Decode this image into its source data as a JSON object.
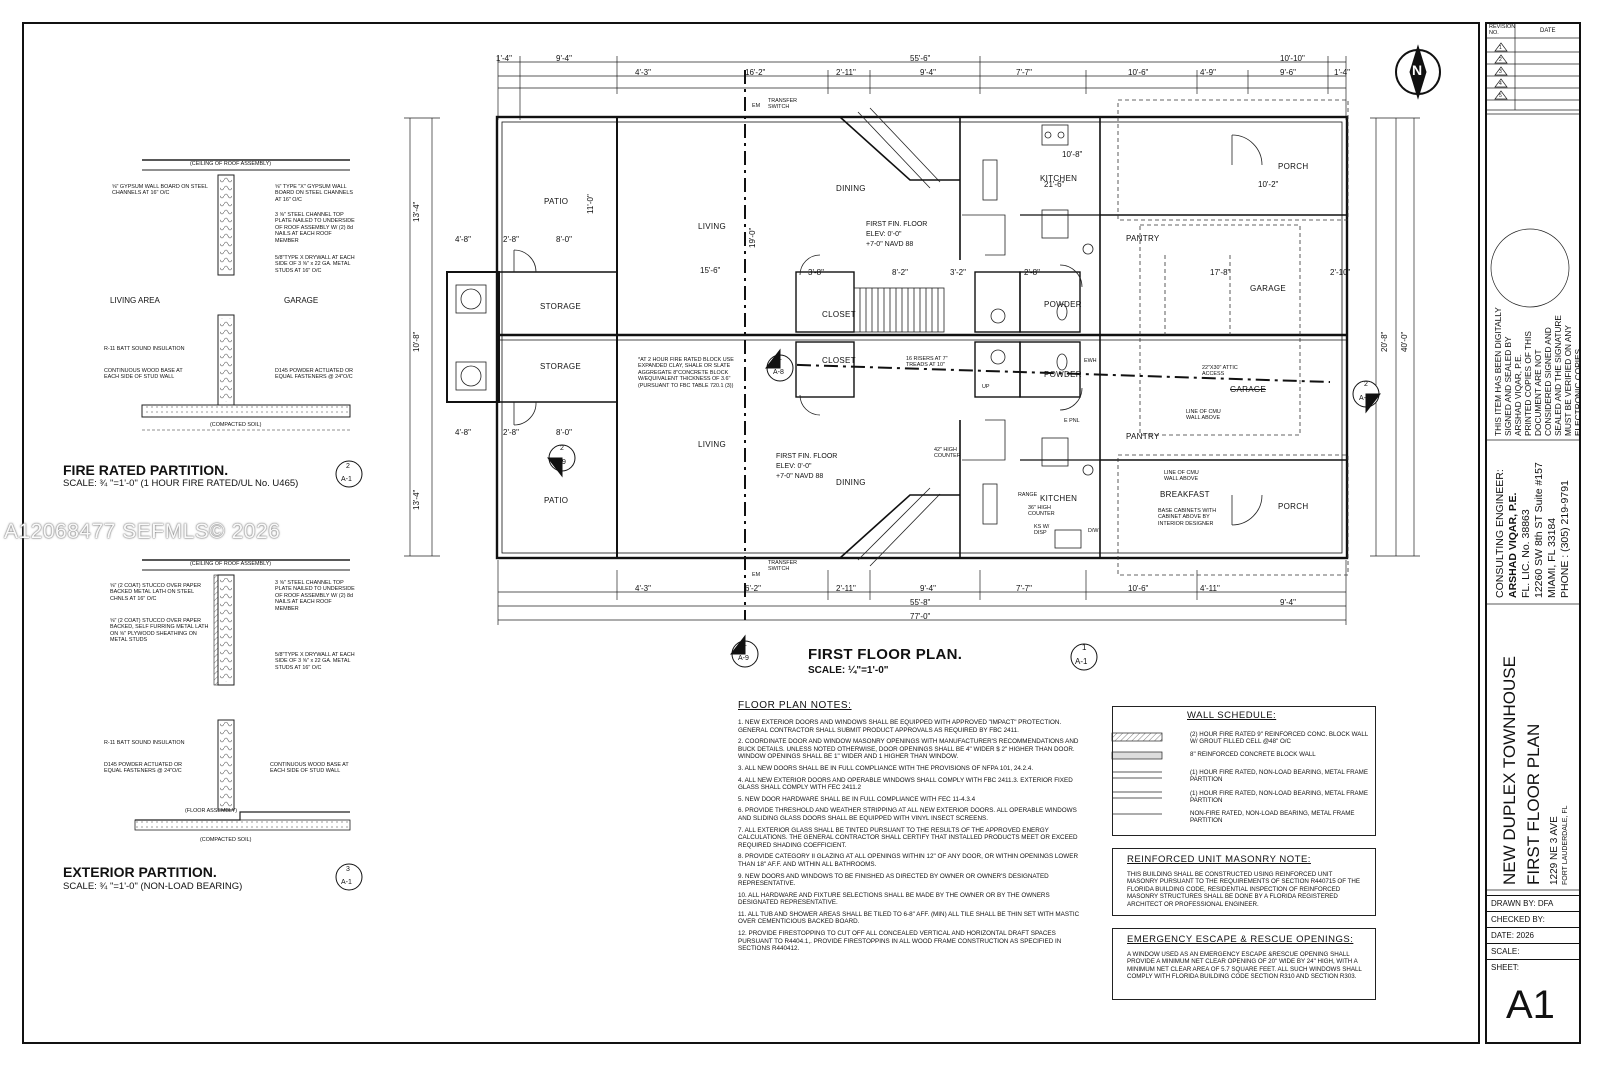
{
  "watermark": "A12068477   SEFMLS© 2026",
  "plan": {
    "title": "FIRST FLOOR PLAN.",
    "scale": "SCALE: ¼\"=1'-0\"",
    "tag_num": "1",
    "tag_sheet": "A-1",
    "rooms": {
      "patio_top": "PATIO",
      "living_top": "LIVING",
      "dining_top": "DINING",
      "kitchen_top": "KITCHEN",
      "porch_top": "PORCH",
      "pantry_top": "PANTRY",
      "garage": "GARAGE",
      "powder_top": "POWDER",
      "closet_top": "CLOSET",
      "storage_top": "STORAGE",
      "storage_bot": "STORAGE",
      "closet_bot": "CLOSET",
      "powder_bot": "POWDER",
      "garage_bot": "GARAGE",
      "living_bot": "LIVING",
      "dining_bot": "DINING",
      "kitchen_bot": "KITCHEN",
      "pantry_bot": "PANTRY",
      "patio_bot": "PATIO",
      "porch_bot": "PORCH",
      "breakfast": "BREAKFAST"
    },
    "labels": {
      "transfer_top": "TRANSFER SWITCH",
      "transfer_bot": "TRANSFER SWITCH",
      "em_top": "EM",
      "em_bot": "EM",
      "ffloor_top": "FIRST FIN. FLOOR",
      "elev_top": "ELEV: 0'-0\"",
      "navd_top": "+7-0\" NAVD 88",
      "ffloor_bot": "FIRST FIN. FLOOR",
      "elev_bot": "ELEV: 0'-0\"",
      "navd_bot": "+7-0\" NAVD 88",
      "firerated": "*AT 2 HOUR FIRE RATED BLOCK USE EXPANDED CLAY, SHALE OR SLATE AGGREGATE 8\"CONCRETE BLOCK W/EQUIVALENT THICKNESS OF 3.6\" (PURSUANT TO FBC TABLE 720.1 (3))",
      "risers": "16 RISERS AT 7\" TREADS AT 10\"",
      "attic": "22\"X30\" ATTIC ACCESS",
      "cmu": "LINE OF CMU WALL ABOVE",
      "cmu2": "LINE OF CMU WALL ABOVE",
      "counter": "42\" HIGH COUNTER",
      "range": "RANGE",
      "counter36": "36\" HIGH COUNTER",
      "ks": "KS W/ DISP",
      "dw": "D/W",
      "ewh": "EWH",
      "epnl": "E PNL",
      "base": "BASE CABINETS WITH CABINET ABOVE BY INTERIOR DESIGNER",
      "up": "UP"
    },
    "dims_top": [
      "1'-4\"",
      "9'-4\"",
      "55'-6\"",
      "10'-10\"",
      "4'-3\"",
      "16'-2\"",
      "2'-11\"",
      "9'-4\"",
      "7'-7\"",
      "10'-6\"",
      "4'-9\"",
      "9'-6\"",
      "1'-4\""
    ],
    "dims_bottom": [
      "4'-3\"",
      "6'-2\"",
      "2'-11\"",
      "9'-4\"",
      "7'-7\"",
      "10'-6\"",
      "4'-11\"",
      "9'-4\"",
      "55'-8\"",
      "77'-0\""
    ],
    "dims_misc": [
      "4'-8\"",
      "2'-8\"",
      "8'-0\"",
      "15'-6\"",
      "4'-8\"",
      "2'-8\"",
      "8'-0\"",
      "3'-8\"",
      "8'-2\"",
      "3'-2\"",
      "2'-8\"",
      "10'-8\"",
      "21'-6\"",
      "10'-2\"",
      "17'-8\"",
      "2'-10\"",
      "40'-0\"",
      "20'-8\"",
      "13'-4\"",
      "13'-4\"",
      "10'-8\"",
      "19'-0\"",
      "11'-0\""
    ],
    "callouts": [
      {
        "num": "1",
        "sheet": "A-8"
      },
      {
        "num": "2",
        "sheet": "A-9"
      },
      {
        "num": "1",
        "sheet": "A-9"
      },
      {
        "num": "2",
        "sheet": "A-9"
      }
    ]
  },
  "details": {
    "d1": {
      "title": "FIRE RATED PARTITION.",
      "scale": "SCALE: ¾ \"=1'-0\" (1 HOUR FIRE RATED/UL No. U465)",
      "tag_num": "2",
      "tag_sheet": "A-1",
      "ceiling": "(CEILING OF ROOF ASSEMBLY)",
      "left_area": "LIVING AREA",
      "right_area": "GARAGE",
      "n1": "⅝\" GYPSUM WALL BOARD ON STEEL CHANNELS AT 16\" O/C",
      "n2": "⅝\" TYPE \"X\" GYPSUM WALL BOARD ON STEEL CHANNELS AT 16\" O/C",
      "n3": "3 ⅝\" STEEL CHANNEL TOP PLATE NAILED TO UNDERSIDE OF ROOF ASSEMBLY W/ (2) 8d NAILS AT EACH ROOF MEMBER",
      "n4": "5/8\"TYPE X DRYWALL AT EACH SIDE OF 3 ⅝\" x 22 GA. METAL STUDS AT 16\" O/C",
      "n5": "R-11 BATT SOUND INSULATION",
      "n6": "CONTINUOUS WOOD BASE AT EACH SIDE OF STUD WALL",
      "n7": "D145 POWDER ACTUATED OR EQUAL FASTENERS @ 24\"O/C",
      "n8": "(COMPACTED SOIL)"
    },
    "d2": {
      "title": "EXTERIOR PARTITION.",
      "scale": "SCALE: ¾ \"=1'-0\" (NON-LOAD BEARING)",
      "tag_num": "3",
      "tag_sheet": "A-1",
      "ceiling": "(CEILING OF ROOF ASSEMBLY)",
      "n1": "⅝\" (2 COAT) STUCCO OVER PAPER BACKED METAL LATH ON STEEL CHNLS AT 16\" O/C",
      "n2": "3 ⅝\" STEEL CHANNEL TOP PLATE NAILED TO UNDERSIDE OF ROOF ASSEMBLY W/ (2) 8d NAILS AT EACH ROOF MEMBER",
      "n3": "⅝\" (2 COAT) STUCCO OVER PAPER BACKED, SELF FURRING METAL LATH ON ⅝\" PLYWOOD SHEATHING ON METAL STUDS",
      "n4": "5/8\"TYPE X DRYWALL AT EACH SIDE OF 3 ⅝\" x 22 GA. METAL STUDS AT 16\" O/C",
      "n5": "R-11 BATT SOUND INSULATION",
      "n6": "D145 POWDER ACTUATED OR EQUAL FASTENERS @ 24\"O/C",
      "n7": "CONTINUOUS WOOD BASE AT EACH SIDE OF STUD WALL",
      "n8": "(FLOOR ASSEMBLY)",
      "n9": "(COMPACTED SOIL)"
    }
  },
  "notes": {
    "heading": "FLOOR PLAN NOTES:",
    "items": [
      "1. NEW EXTERIOR DOORS AND WINDOWS SHALL BE EQUIPPED WITH APPROVED \"IMPACT\" PROTECTION. GENERAL CONTRACTOR SHALL SUBMIT PRODUCT APPROVALS AS REQUIRED BY FBC 2411.",
      "2. COORDINATE DOOR AND WINDOW MASONRY OPENINGS WITH MANUFACTURER'S RECOMMENDATIONS AND BUCK DETAILS. UNLESS NOTED OTHERWISE, DOOR OPENINGS SHALL BE 4\" WIDER $ 2\" HIGHER THAN DOOR. WINDOW OPENINGS SHALL BE 1\" WIDER AND 1 HIGHER THAN WINDOW.",
      "3. ALL NEW DOORS SHALL BE IN FULL COMPLIANCE WITH THE PROVISIONS OF NFPA 101, 24.2.4.",
      "4. ALL NEW EXTERIOR DOORS AND OPERABLE WINDOWS SHALL COMPLY WITH FBC 2411.3. EXTERIOR FIXED GLASS SHALL COMPLY WITH FEC 2411.2",
      "5. NEW DOOR HARDWARE SHALL BE IN FULL COMPLIANCE WITH FEC 11-4.3.4",
      "6. PROVIDE THRESHOLD AND WEATHER STRIPPING AT ALL NEW EXTERIOR DOORS. ALL OPERABLE WINDOWS AND SLIDING GLASS DOORS SHALL BE EQUIPPED WITH VINYL INSECT SCREENS.",
      "7. ALL EXTERIOR GLASS SHALL BE TINTED PURSUANT TO THE RESULTS OF THE APPROVED ENERGY CALCULATIONS. THE GENERAL CONTRACTOR SHALL CERTIFY THAT INSTALLED PRODUCTS MEET OR EXCEED REQUIRED SHADING COEFFICIENT.",
      "8. PROVIDE CATEGORY II GLAZING AT ALL OPENINGS WITHIN 12\" OF ANY DOOR, OR WITHIN OPENINGS LOWER THAN 18\" AF.F. AND WITHIN ALL BATHROOMS.",
      "9. NEW DOORS AND WINDOWS TO BE FINISHED AS DIRECTED BY OWNER OR OWNER'S DESIGNATED REPRESENTATIVE.",
      "10. ALL HARDWARE AND FIXTURE SELECTIONS SHALL BE MADE BY THE OWNER OR BY THE OWNERS DESIGNATED REPRESENTATIVE.",
      "11. ALL TUB AND SHOWER AREAS SHALL BE TILED TO 6-8\" AFF. (MIN) ALL TILE SHALL BE THIN SET WITH MASTIC OVER CEMENTICIOUS BACKED BOARD.",
      "12. PROVIDE FIRESTOPPING TO CUT OFF ALL CONCEALED VERTICAL AND HORIZONTAL DRAFT SPACES PURSUANT TO R4404.1,. PROVIDE FIRESTOPPINS IN ALL WOOD FRAME CONSTRUCTION AS SPECIFIED IN SECTIONS R440412."
    ]
  },
  "wall_schedule": {
    "heading": "WALL SCHEDULE:",
    "rows": [
      "(2) HOUR FIRE RATED 9\" REINFORCED CONC. BLOCK WALL W/ GROUT FILLED CELL @48\" O/C",
      "8\" REINFORCED CONCRETE BLOCK WALL",
      "(1) HOUR FIRE RATED, NON-LOAD BEARING, METAL FRAME PARTITION",
      "(1) HOUR FIRE RATED, NON-LOAD BEARING, METAL FRAME PARTITION",
      "NON-FIRE RATED, NON-LOAD BEARING, METAL FRAME PARTITION"
    ]
  },
  "masonry": {
    "heading": "REINFORCED UNIT MASONRY NOTE:",
    "text": "THIS BUILDING SHALL BE CONSTRUCTED USING REINFORCED UNIT MASONRY PURSUANT TO THE REQUIREMENTS OF SECTION R440715 OF THE FLORIDA BUILDING CODE, RESIDENTIAL INSPECTION OF REINFORCED MASONRY STRUCTURES SHALL BE DONE BY A FLORIDA REGISTERED ARCHITECT OR PROFESSIONAL ENGINEER."
  },
  "egress": {
    "heading": "EMERGENCY ESCAPE & RESCUE OPENINGS:",
    "text": "A WINDOW USED AS AN EMERGENCY ESCAPE &RESCUE OPENING SHALL PROVIDE A MINIMUM NET CLEAR OPENING OF 20\" WIDE BY 24\" HIGH, WITH A MINIMUM NET CLEAR AREA OF 5.7 SQUARE FEET. ALL SUCH WINDOWS SHALL COMPLY WITH FLORIDA BUILDING CODE SECTION R310 AND SECTION R303."
  },
  "title_block": {
    "rev_head": "REVISION NO.",
    "date_head": "DATE",
    "revs": [
      "1",
      "2",
      "3",
      "4",
      "5"
    ],
    "seal_text": [
      "THIS ITEM HAS BEEN DIGITALLY",
      "SIGNED AND SEALED BY",
      "ARSHAD VIQAR, P.E.",
      "PRINTED COPIES OF THIS",
      "DOCUMENT ARE NOT",
      "CONSIDERED SIGNED AND",
      "SEALED AND THE SIGNATURE",
      "MUST BE VERIFIED ON ANY",
      "ELECTRONIC COPIES."
    ],
    "engineer": [
      "CONSULTING ENGINEER:",
      "ARSHAD VIQAR, P.E.",
      "FL. LIC. No. 38863",
      "12260 SW 8th ST Suite #157",
      "MIAMI, FL 33184",
      "PHONE : (305) 219-9791"
    ],
    "project": "NEW DUPLEX TOWNHOUSE",
    "sheet_title": "FIRST FLOOR PLAN",
    "address": "1229 NE 3 AVE",
    "city": "FORT LAUDERDALE, FL",
    "drawn_by": "DRAWN BY: DFA",
    "checked_by": "CHECKED BY:",
    "date": "DATE:  2026",
    "scale": "SCALE:",
    "sheet_label": "SHEET:",
    "sheet_no": "A1"
  },
  "north": "N"
}
